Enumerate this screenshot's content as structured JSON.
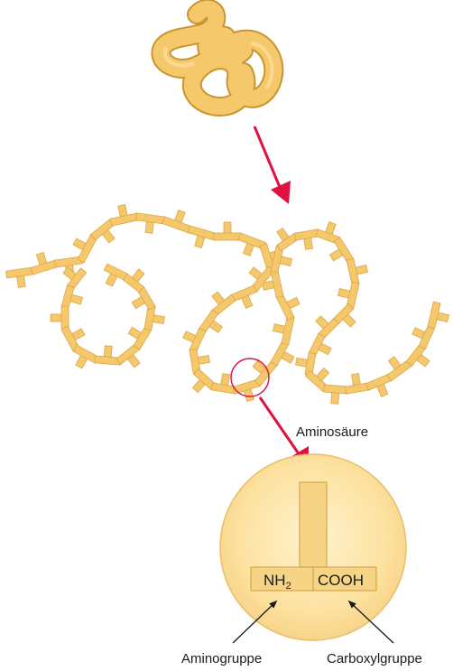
{
  "labels": {
    "amino_acid": "Aminosäure",
    "amino_group": "Aminogruppe",
    "carboxyl_group": "Carboxylgruppe",
    "nh2_main": "NH",
    "nh2_sub": "2",
    "cooh": "COOH"
  },
  "colors": {
    "chain_fill": "#f6c86c",
    "chain_stroke": "#d9a74a",
    "arrow": "#e0103f",
    "magnifier_ring": "#d61a4a",
    "circle_center": "#fff1cc",
    "circle_edge": "#f5d48c"
  }
}
